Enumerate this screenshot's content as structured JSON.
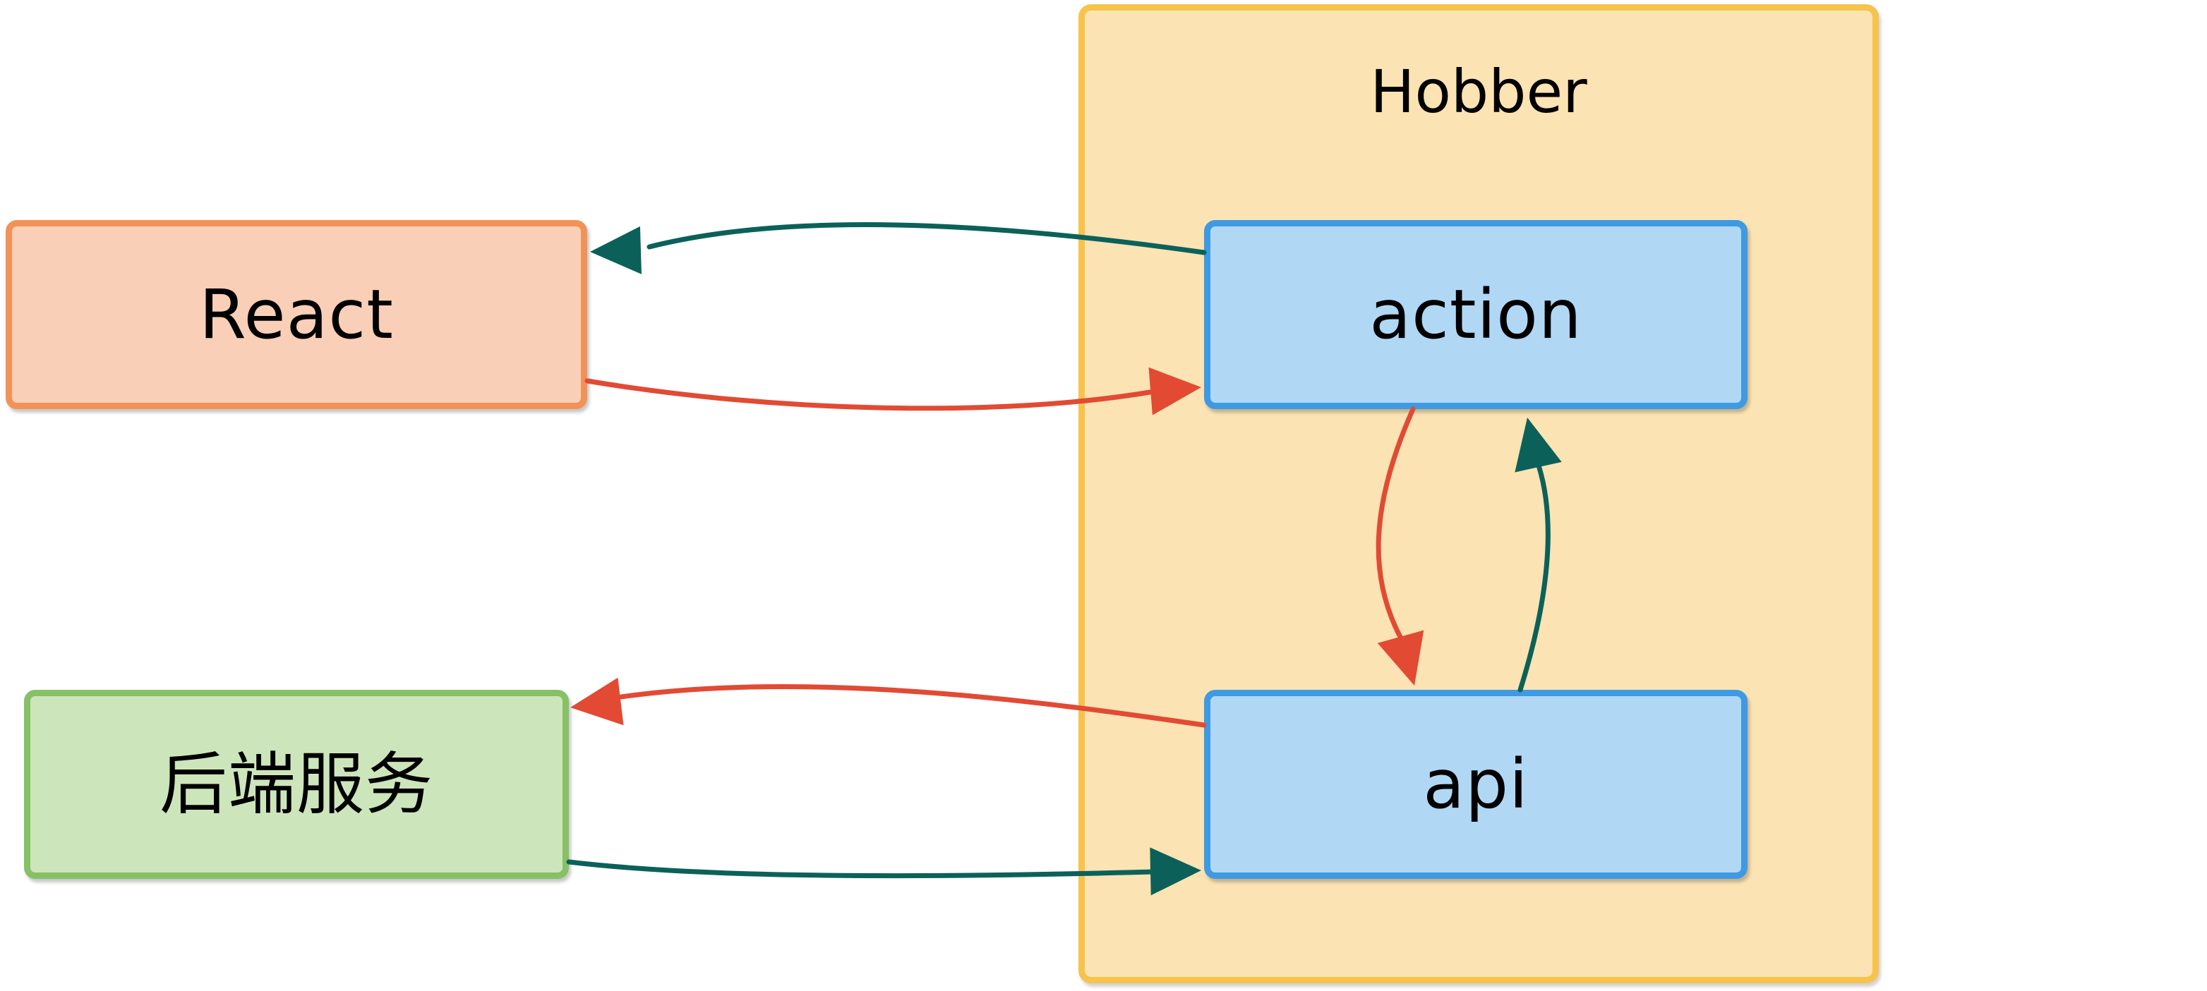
{
  "group": {
    "title": "Hobber",
    "fill": "#fbe3b3",
    "border": "#f7c34a"
  },
  "nodes": {
    "react": {
      "label": "React",
      "fill": "#f9cfb8",
      "border": "#f39257"
    },
    "backend": {
      "label": "后端服务",
      "fill": "#cde5bb",
      "border": "#86c165"
    },
    "action": {
      "label": "action",
      "fill": "#b0d8f5",
      "border": "#3d9ae3"
    },
    "api": {
      "label": "api",
      "fill": "#b0d8f5",
      "border": "#3d9ae3"
    }
  },
  "edge_colors": {
    "red": "#e24a33",
    "teal": "#0b615a"
  },
  "edges": [
    {
      "from": "action",
      "to": "react",
      "color": "teal"
    },
    {
      "from": "react",
      "to": "action",
      "color": "red"
    },
    {
      "from": "action",
      "to": "api",
      "color": "red"
    },
    {
      "from": "api",
      "to": "action",
      "color": "teal"
    },
    {
      "from": "api",
      "to": "backend",
      "color": "red"
    },
    {
      "from": "backend",
      "to": "api",
      "color": "teal"
    }
  ]
}
